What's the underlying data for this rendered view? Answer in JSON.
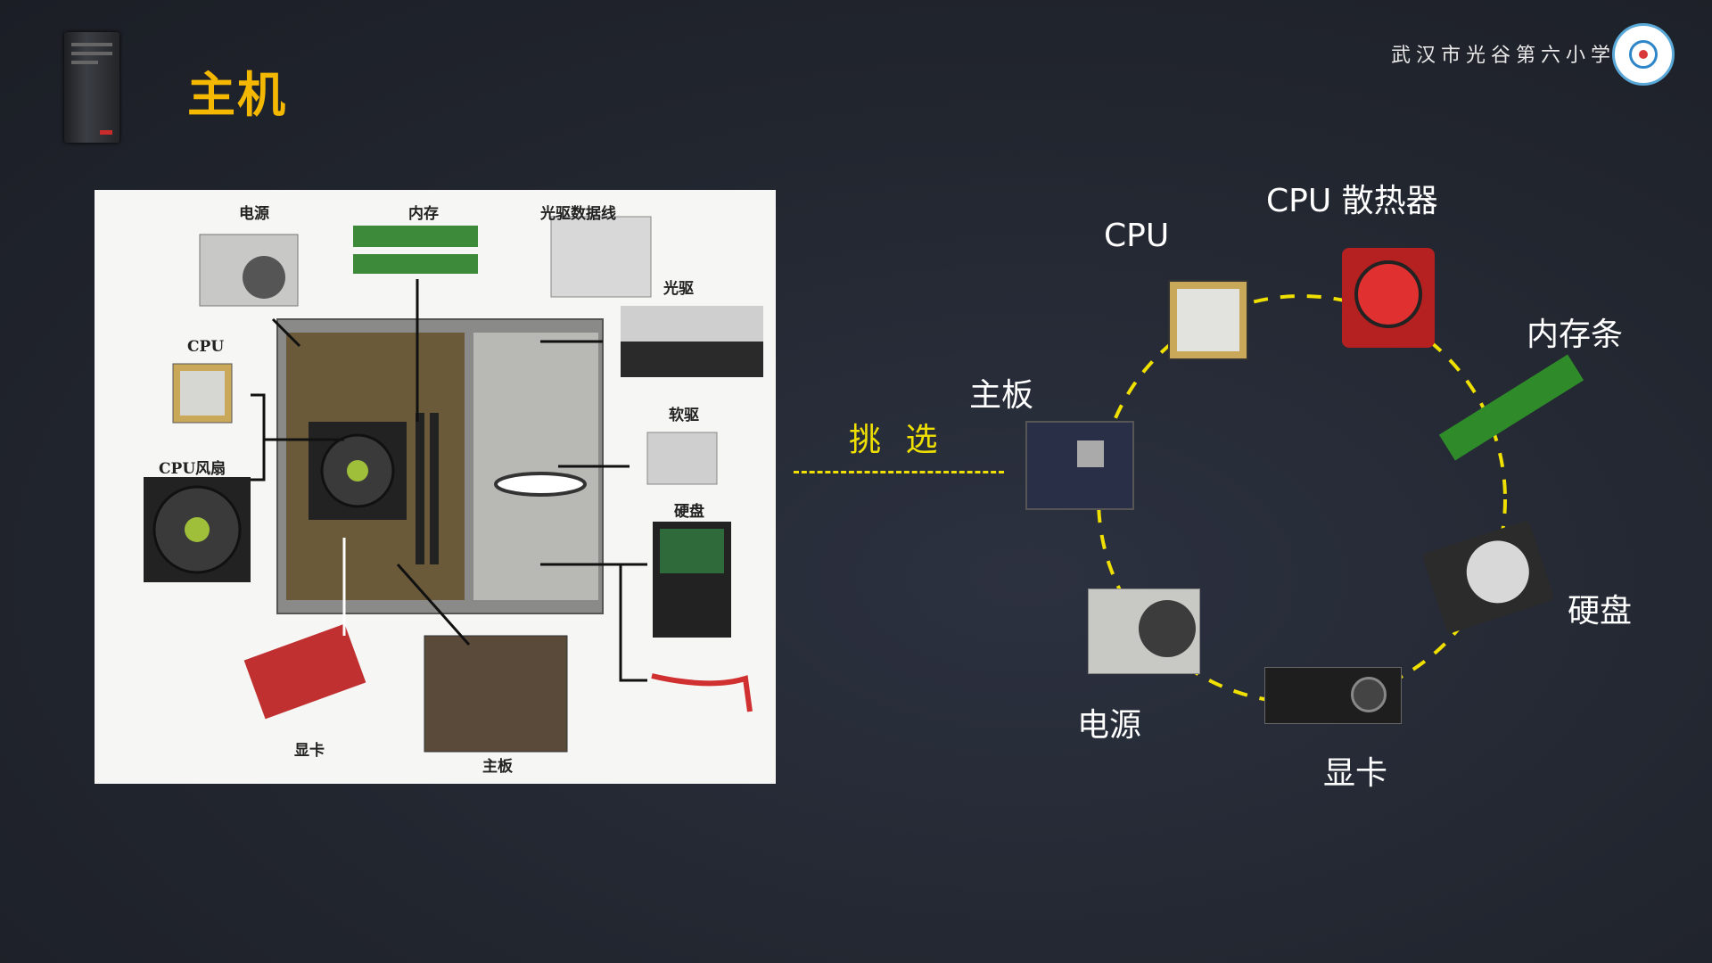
{
  "header": {
    "title": "主机",
    "school": "武汉市光谷第六小学"
  },
  "photo_labels": {
    "power": "电源",
    "memory": "内存",
    "optical_cable": "光驱数据线",
    "optical": "光驱",
    "cpu": "CPU",
    "cpu_fan": "CPU风扇",
    "floppy": "软驱",
    "hdd": "硬盘",
    "gpu": "显卡",
    "mobo": "主板"
  },
  "pick_label": "挑 选",
  "components": {
    "cpu": "CPU",
    "cooler": "CPU 散热器",
    "ram": "内存条",
    "mobo": "主板",
    "hdd": "硬盘",
    "psu": "电源",
    "gpu": "显卡"
  },
  "colors": {
    "title": "#f5b800",
    "pick": "#f0e000",
    "circle": "#f0e000"
  }
}
